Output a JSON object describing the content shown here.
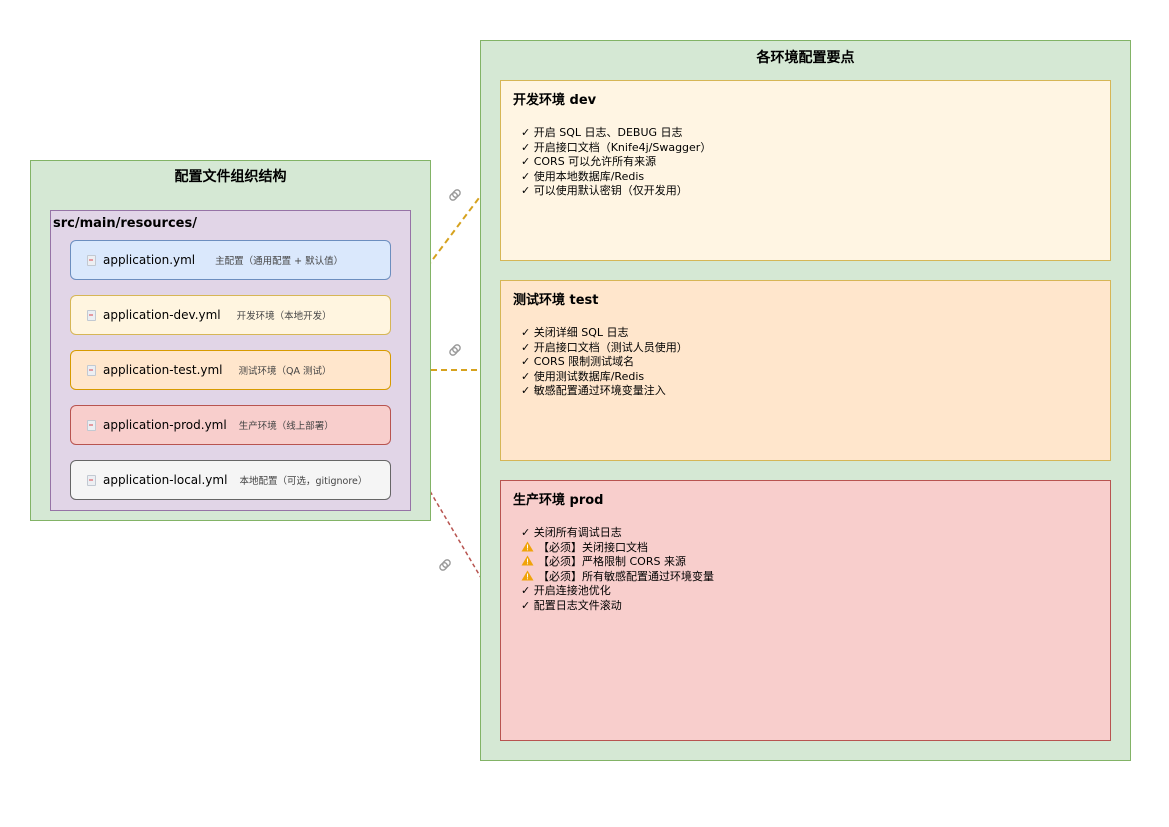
{
  "left_group": {
    "title": "配置文件组织结构",
    "folder_label": "src/main/resources/",
    "files": [
      {
        "name": "application.yml",
        "desc": "主配置（通用配置 + 默认值）"
      },
      {
        "name": "application-dev.yml",
        "desc": "开发环境（本地开发）"
      },
      {
        "name": "application-test.yml",
        "desc": "测试环境（QA 测试）"
      },
      {
        "name": "application-prod.yml",
        "desc": "生产环境（线上部署）"
      },
      {
        "name": "application-local.yml",
        "desc": "本地配置（可选，gitignore）"
      }
    ]
  },
  "right_group": {
    "title": "各环境配置要点",
    "envs": [
      {
        "title": "开发环境 dev",
        "items": [
          "✓ 开启 SQL 日志、DEBUG 日志",
          "✓ 开启接口文档（Knife4j/Swagger）",
          "✓ CORS 可以允许所有来源",
          "✓ 使用本地数据库/Redis",
          "✓ 可以使用默认密钥（仅开发用）"
        ]
      },
      {
        "title": "测试环境 test",
        "items": [
          "✓ 关闭详细 SQL 日志",
          "✓ 开启接口文档（测试人员使用）",
          "✓ CORS 限制测试域名",
          "✓ 使用测试数据库/Redis",
          "✓ 敏感配置通过环境变量注入"
        ]
      },
      {
        "title": "生产环境 prod",
        "items": [
          "✓ 关闭所有调试日志",
          "【必须】关闭接口文档",
          "【必须】严格限制 CORS 来源",
          "【必须】所有敏感配置通过环境变量",
          "✓ 开启连接池优化",
          "✓ 配置日志文件滚动"
        ]
      }
    ]
  },
  "colors": {
    "group_fill": "#d5e8d4",
    "folder_fill": "#e1d5e7",
    "dev_link": "#d6a21e",
    "test_link": "#d6a21e",
    "prod_link": "#b85450",
    "warning": "#f0a30a"
  },
  "icons": [
    "file-icon",
    "link-icon",
    "warning-icon"
  ]
}
